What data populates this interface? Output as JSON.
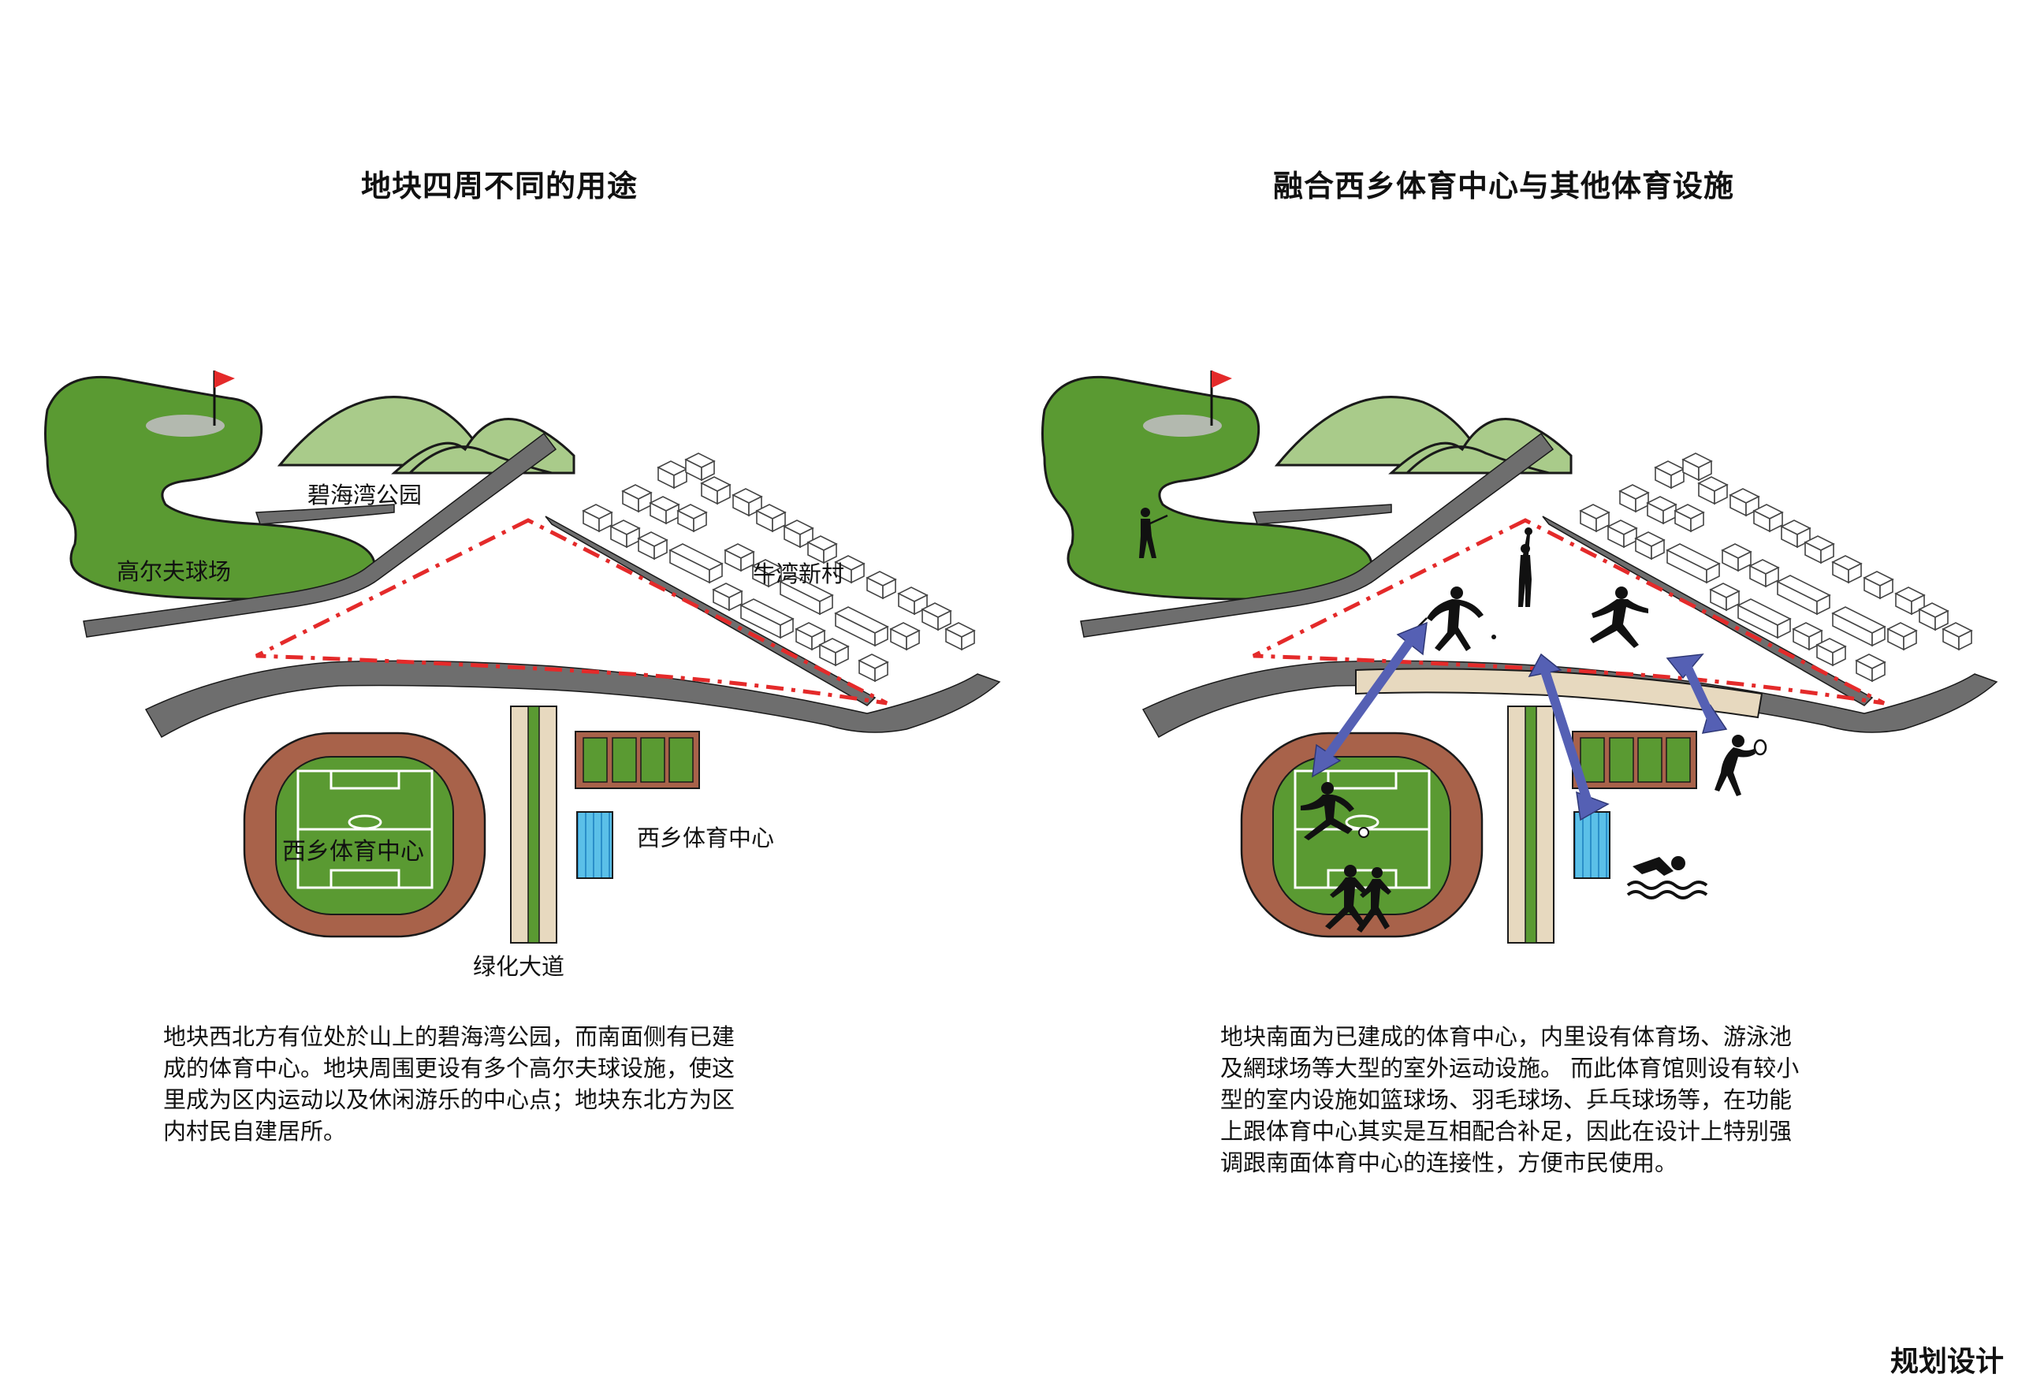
{
  "left": {
    "title": "地块四周不同的用途",
    "labels": {
      "park": "碧海湾公园",
      "golf": "高尔夫球场",
      "village": "牛湾新村",
      "stadium": "西乡体育中心",
      "sports_center": "西乡体育中心",
      "greenway": "绿化大道"
    },
    "paragraph": [
      "地块西北方有位处於山上的碧海湾公园，而南面侧有已建",
      "成的体育中心。地块周围更设有多个高尔夫球设施，使这",
      "里成为区内运动以及休闲游乐的中心点；地块东北方为区",
      "内村民自建居所。"
    ]
  },
  "right": {
    "title": "融合西乡体育中心与其他体育设施",
    "paragraph": [
      "地块南面为已建成的体育中心，内里设有体育场、游泳池",
      "及網球场等大型的室外运动设施。 而此体育馆则设有较小",
      "型的室内设施如篮球场、羽毛球场、乒乓球场等，在功能",
      "上跟体育中心其实是互相配合补足，因此在设计上特别强",
      "调跟南面体育中心的连接性，方便市民使用。"
    ]
  },
  "footer": "规划设计",
  "colors": {
    "golf_green": "#5a9a32",
    "hill_green": "#a9cb8a",
    "track_brown": "#a8624a",
    "road_gray": "#6e6e6e",
    "boundary_red": "#e42a2a",
    "arrow_blue": "#5560b4",
    "pool_blue": "#5bc0e8",
    "greenway_tan": "#e7d9bf"
  },
  "icons": [
    "flag-icon",
    "golfer-icon",
    "basketball-player-icon",
    "badminton-player-icon",
    "volleyball-player-icon",
    "tennis-player-icon",
    "soccer-player-icon",
    "runner-icon",
    "swimmer-icon",
    "arrow-icon"
  ]
}
